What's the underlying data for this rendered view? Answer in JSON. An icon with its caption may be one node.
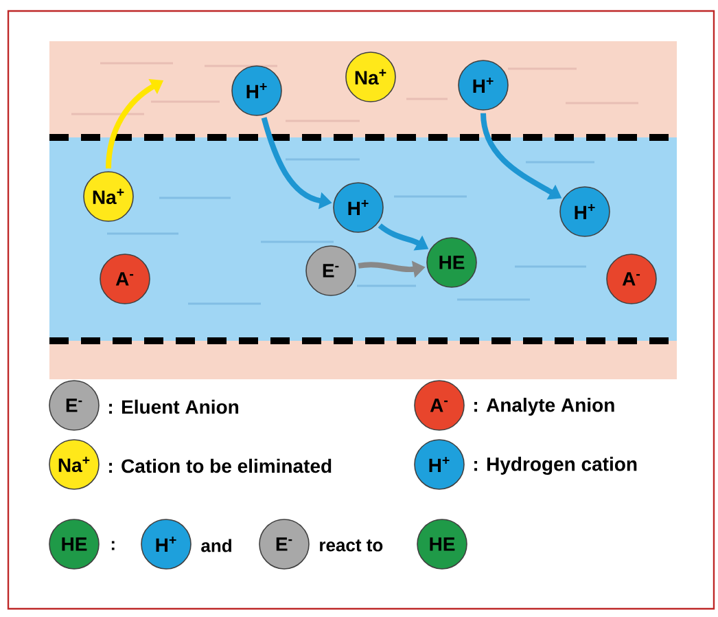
{
  "diagram": {
    "nodes": [
      {
        "text": [
          "Na$^{+}$"
        ]
      },
      {
        "text": [
          "H$^{+}$"
        ]
      },
      {
        "text": [
          "H$^{+}$"
        ]
      },
      {
        "text": [
          "Na$^{+}$"
        ]
      },
      {
        "text": [
          "H$^{+}$"
        ]
      },
      {
        "text": [
          "H$^{+}$"
        ]
      },
      {
        "text": [
          "A$^{-}$"
        ]
      },
      {
        "text": [
          "E$^{-}$"
        ]
      },
      {
        "text": [
          "HE"
        ]
      },
      {
        "text": [
          "A$^{-}$"
        ]
      },
      {
        "text": [
          "E$^{-}$"
        ],
        "beside": [
          ": Eluent Anion"
        ]
      },
      {
        "text": [
          "A$^{-}$"
        ],
        "beside": [
          ": Analyte Anion"
        ]
      },
      {
        "text": [
          "Na$^{+}$"
        ],
        "beside": [
          ": Cation to be eliminated"
        ]
      },
      {
        "text": [
          "H$^{+}$"
        ],
        "beside": [
          ": Hydrogen cation"
        ]
      },
      {
        "text": [
          "HE"
        ]
      },
      {
        "text": [
          "H$^{+}$"
        ]
      },
      {
        "text": [
          "E$^{-}$"
        ]
      },
      {
        "text": [
          "HE"
        ]
      }
    ],
    "edges": [
      {
        "from": 3,
        "to": null,
        "arrow": "to",
        "color": "#ffe600"
      },
      {
        "from": 1,
        "to": 4,
        "arrow": "to"
      },
      {
        "from": 2,
        "to": 5,
        "arrow": "to"
      },
      {
        "from": 4,
        "to": 8,
        "arrow": "to"
      },
      {
        "from": 7,
        "to": 8,
        "arrow": "to",
        "color": "#888888"
      }
    ],
    "labels": [
      ":",
      "and",
      "react to"
    ]
  }
}
